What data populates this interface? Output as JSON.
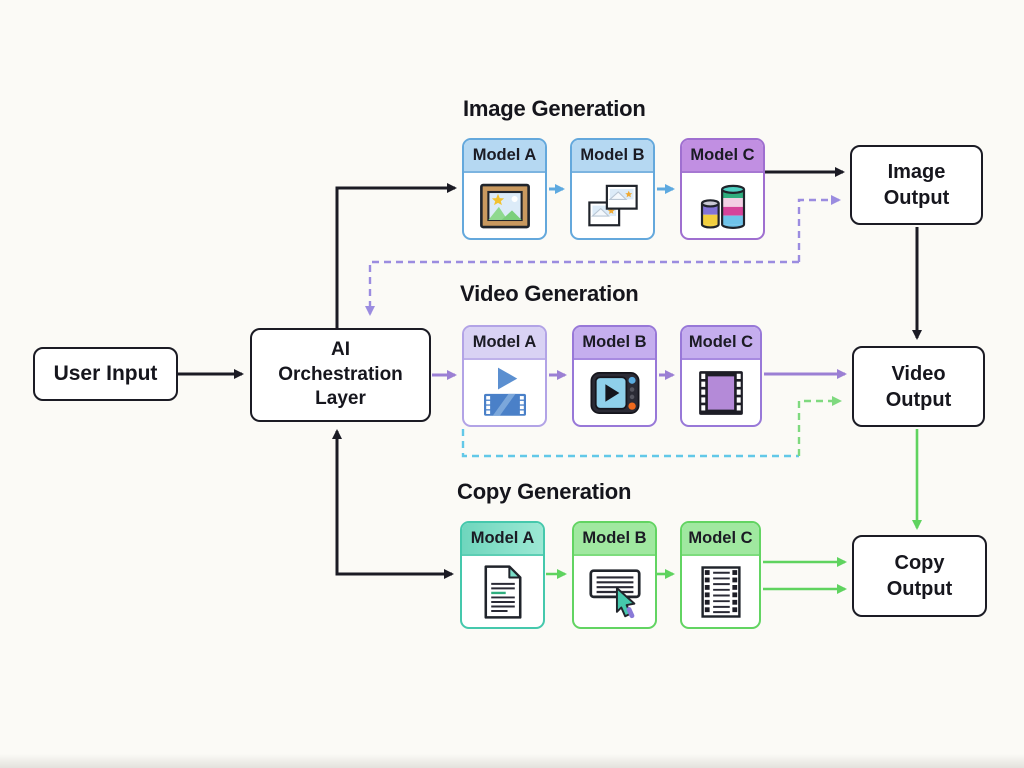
{
  "nodes": {
    "user_input": {
      "label": "User Input"
    },
    "orchestration": {
      "line1": "AI",
      "line2": "Orchestration",
      "line3": "Layer"
    },
    "image_output": {
      "line1": "Image",
      "line2": "Output"
    },
    "video_output": {
      "line1": "Video",
      "line2": "Output"
    },
    "copy_output": {
      "line1": "Copy",
      "line2": "Output"
    }
  },
  "sections": {
    "image": {
      "title": "Image Generation",
      "models": {
        "a": {
          "label": "Model A",
          "icon": "framed-picture-icon",
          "header_color": "#b5d8f2",
          "border_color": "#64a8dc"
        },
        "b": {
          "label": "Model B",
          "icon": "photo-stack-icon",
          "header_color": "#b5d8f2",
          "border_color": "#64a8dc"
        },
        "c": {
          "label": "Model C",
          "icon": "database-stack-icon",
          "header_color": "#c18fe2",
          "border_color": "#9f6fd0"
        }
      }
    },
    "video": {
      "title": "Video Generation",
      "models": {
        "a": {
          "label": "Model A",
          "icon": "play-filmstrip-icon",
          "header_color": "#d9d2f4",
          "border_color": "#b2a3e6"
        },
        "b": {
          "label": "Model B",
          "icon": "video-player-icon",
          "header_color": "#c5aeee",
          "border_color": "#9878d8"
        },
        "c": {
          "label": "Model C",
          "icon": "film-frame-icon",
          "header_color": "#c5aeee",
          "border_color": "#9878d8"
        }
      }
    },
    "copy": {
      "title": "Copy Generation",
      "models": {
        "a": {
          "label": "Model A",
          "icon": "document-icon",
          "header_color": "#7bdcc6",
          "border_color": "#45c8ac"
        },
        "b": {
          "label": "Model B",
          "icon": "text-select-cursor-icon",
          "header_color": "#a0e8a0",
          "border_color": "#62d462"
        },
        "c": {
          "label": "Model C",
          "icon": "script-filmstrip-icon",
          "header_color": "#a0e8a0",
          "border_color": "#62d462"
        }
      }
    }
  },
  "edge_colors": {
    "flow_black": "#1b1b24",
    "image_blue": "#5da9e0",
    "video_purple": "#9b7fd4",
    "copy_green": "#5fd35f",
    "feedback_dashed_purple": "#9b8ce0",
    "feedback_dashed_blue": "#62c8e8",
    "feedback_dashed_green": "#7fd97f"
  },
  "background_color": "#fbfaf6"
}
